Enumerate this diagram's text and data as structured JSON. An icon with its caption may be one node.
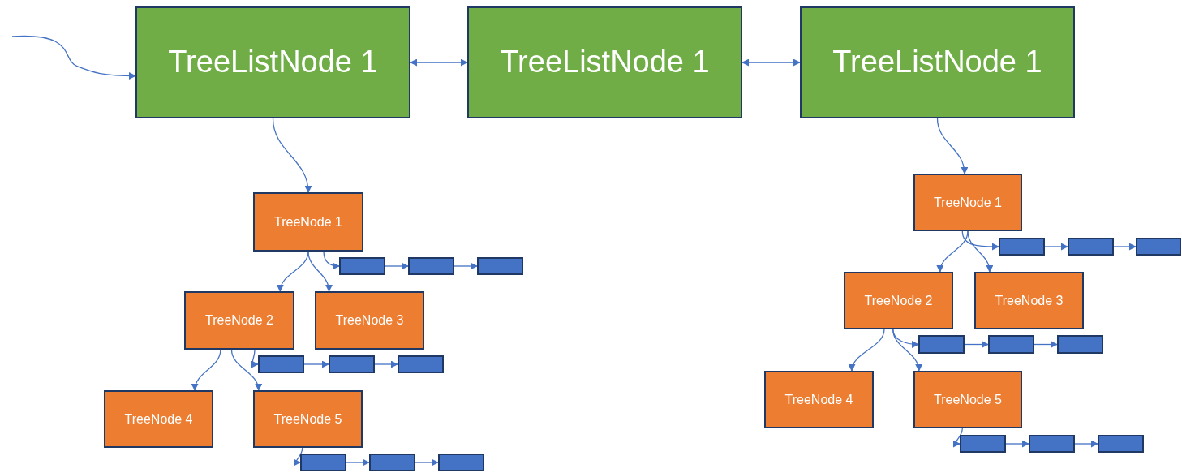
{
  "diagram": {
    "nodes": [
      {
        "text": [
          "TreeListNode 1"
        ]
      },
      {
        "text": [
          "TreeListNode 1"
        ]
      },
      {
        "text": [
          "TreeListNode 1"
        ]
      },
      {
        "text": [
          "TreeNode 1"
        ]
      },
      {
        "text": [],
        "shape": "box"
      },
      {
        "text": [],
        "shape": "box"
      },
      {
        "text": [],
        "shape": "box"
      },
      {
        "text": [
          "TreeNode 2"
        ]
      },
      {
        "text": [
          "TreeNode 3"
        ]
      },
      {
        "text": [],
        "shape": "box"
      },
      {
        "text": [],
        "shape": "box"
      },
      {
        "text": [],
        "shape": "box"
      },
      {
        "text": [
          "TreeNode 4"
        ]
      },
      {
        "text": [
          "TreeNode 5"
        ]
      },
      {
        "text": [],
        "shape": "box"
      },
      {
        "text": [],
        "shape": "box"
      },
      {
        "text": [],
        "shape": "box"
      },
      {
        "text": [
          "TreeNode 1"
        ]
      },
      {
        "text": [],
        "shape": "box"
      },
      {
        "text": [],
        "shape": "box"
      },
      {
        "text": [],
        "shape": "box"
      },
      {
        "text": [
          "TreeNode 2"
        ]
      },
      {
        "text": [
          "TreeNode 3"
        ]
      },
      {
        "text": [],
        "shape": "box"
      },
      {
        "text": [],
        "shape": "box"
      },
      {
        "text": [],
        "shape": "box"
      },
      {
        "text": [
          "TreeNode 4"
        ]
      },
      {
        "text": [
          "TreeNode 5"
        ]
      },
      {
        "text": [],
        "shape": "box"
      },
      {
        "text": [],
        "shape": "box"
      },
      {
        "text": [],
        "shape": "box"
      }
    ],
    "edges": [
      {
        "from": null,
        "to": 0,
        "arrow": "to"
      },
      {
        "from": 0,
        "to": 1,
        "arrow": "both"
      },
      {
        "from": 1,
        "to": 2,
        "arrow": "both"
      },
      {
        "from": 0,
        "to": 3,
        "arrow": "to"
      },
      {
        "from": 3,
        "to": 4,
        "arrow": "to"
      },
      {
        "from": 4,
        "to": 5,
        "arrow": "to"
      },
      {
        "from": 5,
        "to": 6,
        "arrow": "to"
      },
      {
        "from": 3,
        "to": 7,
        "arrow": "to"
      },
      {
        "from": 3,
        "to": 8,
        "arrow": "to"
      },
      {
        "from": 7,
        "to": 9,
        "arrow": "to"
      },
      {
        "from": 9,
        "to": 10,
        "arrow": "to"
      },
      {
        "from": 10,
        "to": 11,
        "arrow": "to"
      },
      {
        "from": 7,
        "to": 12,
        "arrow": "to"
      },
      {
        "from": 7,
        "to": 13,
        "arrow": "to"
      },
      {
        "from": 13,
        "to": 14,
        "arrow": "to"
      },
      {
        "from": 14,
        "to": 15,
        "arrow": "to"
      },
      {
        "from": 15,
        "to": 16,
        "arrow": "to"
      },
      {
        "from": 2,
        "to": 17,
        "arrow": "to"
      },
      {
        "from": 17,
        "to": 18,
        "arrow": "to"
      },
      {
        "from": 18,
        "to": 19,
        "arrow": "to"
      },
      {
        "from": 19,
        "to": 20,
        "arrow": "to"
      },
      {
        "from": 17,
        "to": 21,
        "arrow": "to"
      },
      {
        "from": 17,
        "to": 22,
        "arrow": "to"
      },
      {
        "from": 21,
        "to": 23,
        "arrow": "to"
      },
      {
        "from": 23,
        "to": 24,
        "arrow": "to"
      },
      {
        "from": 24,
        "to": 25,
        "arrow": "to"
      },
      {
        "from": 21,
        "to": 26,
        "arrow": "to"
      },
      {
        "from": 21,
        "to": 27,
        "arrow": "to"
      },
      {
        "from": 27,
        "to": 28,
        "arrow": "to"
      },
      {
        "from": 28,
        "to": 29,
        "arrow": "to"
      },
      {
        "from": 29,
        "to": 30,
        "arrow": "to"
      }
    ]
  }
}
